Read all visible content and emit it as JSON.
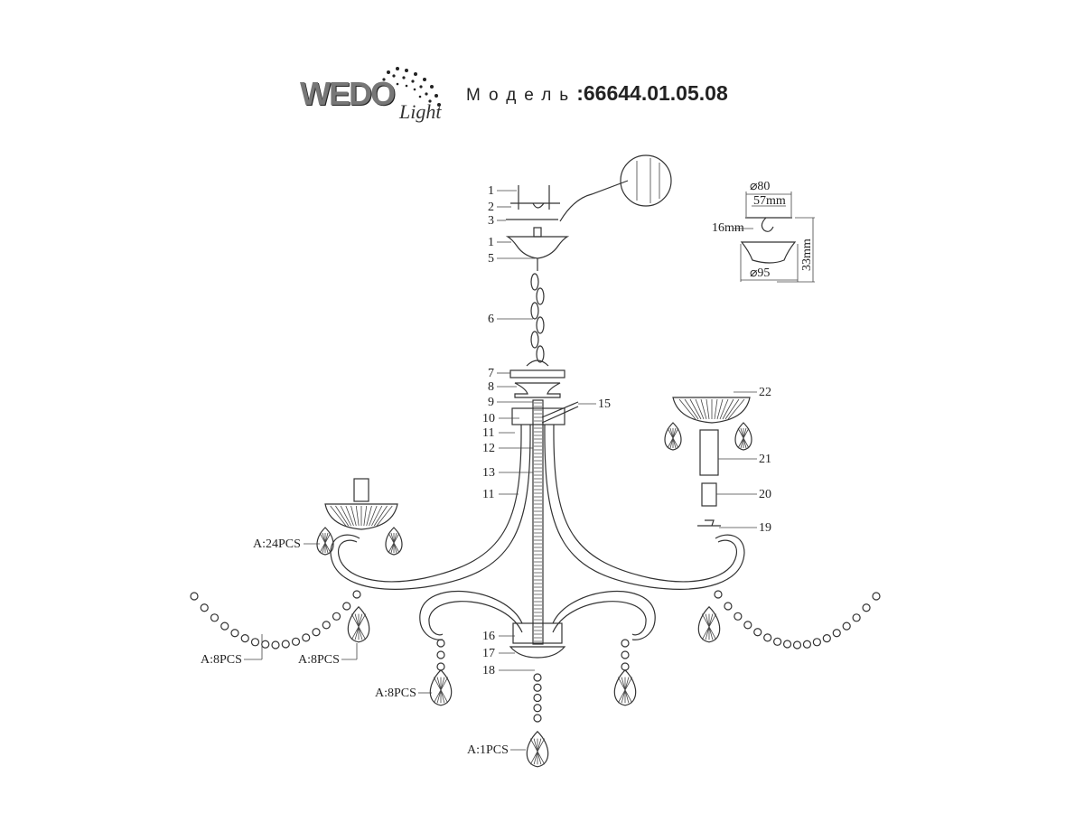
{
  "logo": {
    "brand": "WEDO",
    "sub": "Light"
  },
  "header": {
    "model_label": "Модель",
    "model_number": ":66644.01.05.08"
  },
  "parts": [
    "1",
    "2",
    "3",
    "1",
    "5",
    "6",
    "7",
    "8",
    "9",
    "10",
    "11",
    "12",
    "13",
    "11",
    "15",
    "16",
    "17",
    "18",
    "19",
    "20",
    "21",
    "22"
  ],
  "crystals": [
    "A:24PCS",
    "A:8PCS",
    "A:8PCS",
    "A:8PCS",
    "A:1PCS"
  ],
  "dimensions": {
    "top_diameter": "⌀80",
    "hole_spacing": "57mm",
    "hook": "16mm",
    "height": "33mm",
    "bottom_diameter": "⌀95"
  }
}
